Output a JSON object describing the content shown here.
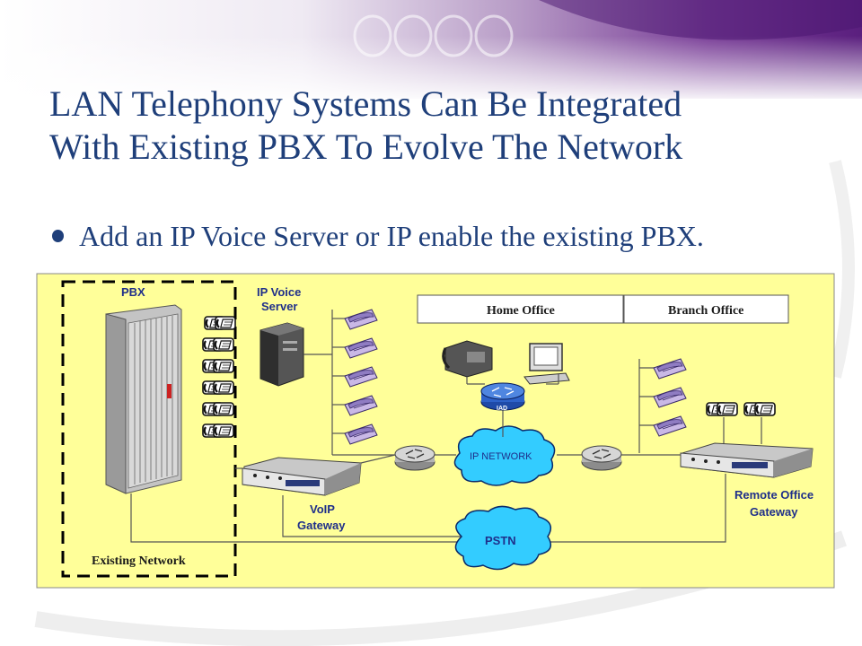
{
  "slide": {
    "title_line1": "LAN Telephony Systems Can Be Integrated",
    "title_line2": "With Existing PBX To Evolve The Network",
    "bullet": "Add an IP Voice Server or IP enable the existing PBX."
  },
  "diagram": {
    "pbx_label": "PBX",
    "existing_network_label": "Existing Network",
    "ip_voice_server_line1": "IP Voice",
    "ip_voice_server_line2": "Server",
    "home_office_label": "Home Office",
    "branch_office_label": "Branch Office",
    "iad_label": "IAD",
    "ip_network_label": "IP NETWORK",
    "pstn_label": "PSTN",
    "voip_gateway_line1": "VoIP",
    "voip_gateway_line2": "Gateway",
    "remote_gateway_line1": "Remote Office",
    "remote_gateway_line2": "Gateway"
  },
  "colors": {
    "title_text": "#1f3f7a",
    "diagram_background": "#ffff99",
    "cloud_fill": "#33ccff",
    "label_text": "#1f2f8a",
    "banner_purple": "#6a2c8f"
  }
}
